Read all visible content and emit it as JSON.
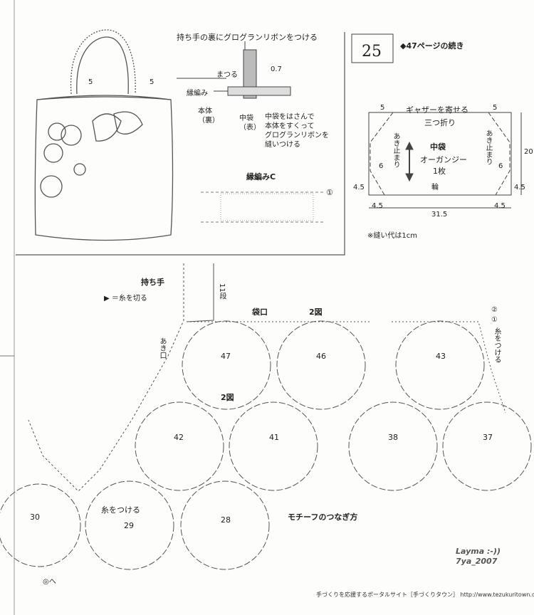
{
  "page_number": "25",
  "continuation": "◆47ページの続き",
  "handle_detail": {
    "title": "持ち手の裏にグログランリボンをつける",
    "matsuru": "まつる",
    "dim_07": "0.7",
    "edge_label": "縁編み",
    "body_back": "本体\n（裏）",
    "inner_front": "中袋\n（表）",
    "note": "中袋をはさんで\n本体をすくって\nグログランリボンを\n縫いつける"
  },
  "bag_sketch": {
    "dim_left": "5",
    "dim_right": "5"
  },
  "edging": {
    "title": "縁編みC",
    "marker": "①"
  },
  "inner_bag": {
    "gather": "ギャザーを寄せる",
    "fold": "三つ折り",
    "name": "中袋",
    "material": "オーガンジー",
    "count": "1枚",
    "opening_left": "あき止まり",
    "opening_right": "あき止まり",
    "loop": "輪",
    "d5_left": "5",
    "d5_right": "5",
    "d6_left": "6",
    "d6_right": "6",
    "d20": "20",
    "d45_a": "4.5",
    "d45_b": "4.5",
    "d45_c": "4.5",
    "d45_d": "4.5",
    "d315": "31.5",
    "seam": "※縫い代は1cm"
  },
  "chart": {
    "handle": "持ち手",
    "cut_yarn": "▶ ＝糸を切る",
    "rows_11": "11段",
    "opening": "あき口",
    "bag_mouth": "袋口",
    "fig2_a": "2図",
    "fig2_b": "2図",
    "attach_yarn_right": "糸をつける",
    "attach_yarn_left": "糸をつける",
    "marker1": "①",
    "marker2": "②",
    "joining": "モチーフのつなぎ方",
    "to_mark": "◎へ",
    "motifs": [
      "47",
      "46",
      "43",
      "42",
      "41",
      "38",
      "37",
      "30",
      "29",
      "28"
    ]
  },
  "watermark": "Layma :-))\n7ya_2007",
  "footer": "手づくりを応援するポータルサイト［手づくりタウン］ http://www.tezukuritown.com"
}
